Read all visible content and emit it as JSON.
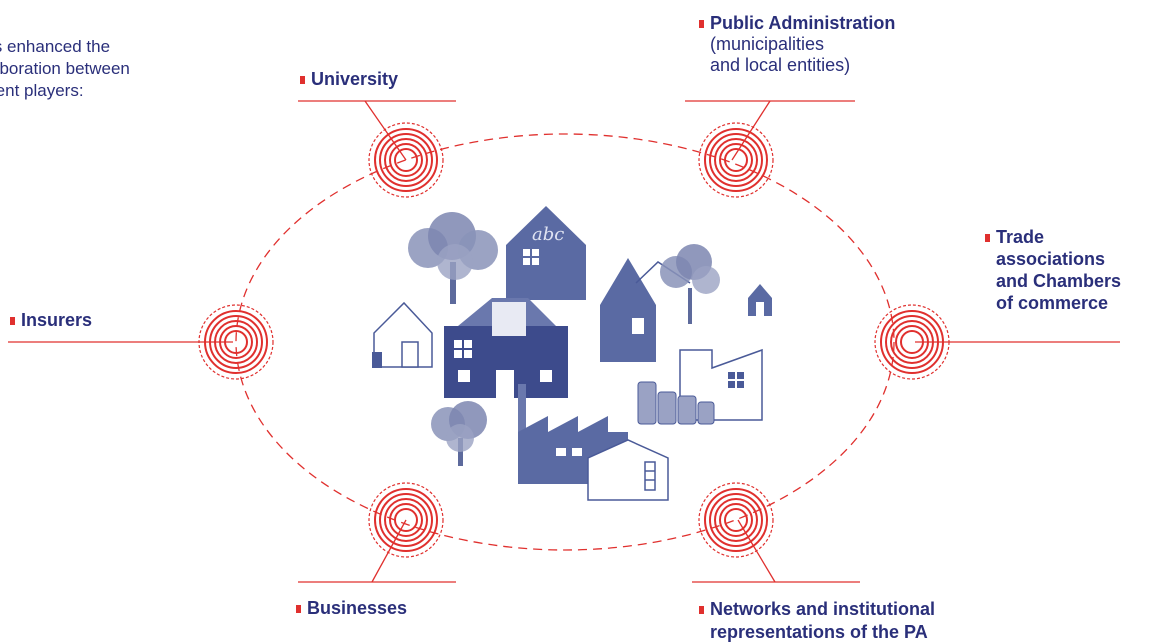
{
  "intro": {
    "lines": [
      "is enhanced the",
      "aboration between",
      "rent players:"
    ]
  },
  "nodes": {
    "university": {
      "name": "University"
    },
    "public_admin": {
      "name": "Public Administration",
      "detail_line1": "(municipalities",
      "detail_line2": "and local entities)"
    },
    "trade": {
      "line1": "Trade",
      "line2": "associations",
      "line3": "and Chambers",
      "line4": "of commerce"
    },
    "insurers": {
      "name": "Insurers"
    },
    "businesses": {
      "name": "Businesses"
    },
    "networks": {
      "line1": "Networks and institutional",
      "line2": "representations of the PA"
    }
  },
  "illustration": {
    "chalkboard_text": "abc"
  },
  "colors": {
    "accent_red": "#e0302e",
    "navy": "#2a2f7a",
    "illustration_blue": "#4a5a98"
  }
}
